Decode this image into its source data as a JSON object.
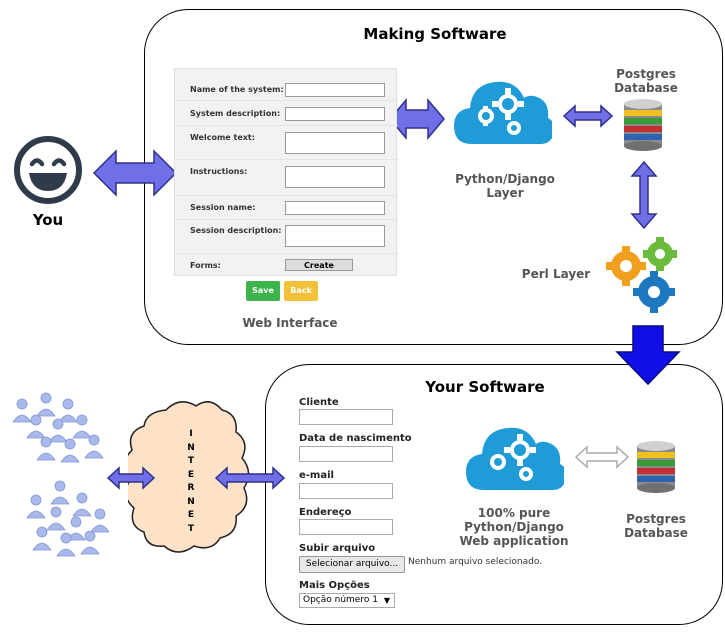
{
  "making": {
    "title": "Making Software",
    "web_interface_label": "Web Interface",
    "python_label": [
      "Python/Django",
      "Layer"
    ],
    "postgres_label": [
      "Postgres",
      "Database"
    ],
    "perl_label": "Perl Layer",
    "form": {
      "fields": [
        "Name of the system:",
        "System description:",
        "Welcome text:",
        "Instructions:",
        "Session name:",
        "Session description:",
        "Forms:"
      ],
      "create_button": "Create",
      "save_button": "Save",
      "back_button": "Back"
    }
  },
  "you_label": "You",
  "yours": {
    "title": "Your Software",
    "fields": [
      "Cliente",
      "Data de nascimento",
      "e-mail",
      "Endereço"
    ],
    "upload_label": "Subir arquivo",
    "upload_button": "Selecionar arquivo...",
    "upload_status": "Nenhum arquivo selecionado.",
    "options_label": "Mais Opções",
    "options_selected": "Opção número 1",
    "app_label": [
      "100% pure",
      "Python/Django",
      "Web application"
    ],
    "postgres_label": [
      "Postgres",
      "Database"
    ]
  },
  "internet_letters": [
    "I",
    "N",
    "T",
    "E",
    "R",
    "N",
    "E",
    "T"
  ],
  "colors": {
    "arrow_fill": "#6f6fe8",
    "arrow_stroke": "#30308a",
    "big_arrow": "#1010e6",
    "cloud_blue": "#1f9bd7",
    "gear_orange": "#f0a01e",
    "gear_green": "#6dbb3c",
    "gear_blue": "#1e78c0",
    "save_green": "#3cb44b",
    "back_yellow": "#f3c03a",
    "internet_cloud": "#fde2c8",
    "people_blue": "#a8b9ea"
  },
  "icons": [
    "smiley-face-icon",
    "cloud-gears-icon",
    "database-icon",
    "gears-icon",
    "people-icon",
    "internet-cloud-icon"
  ]
}
